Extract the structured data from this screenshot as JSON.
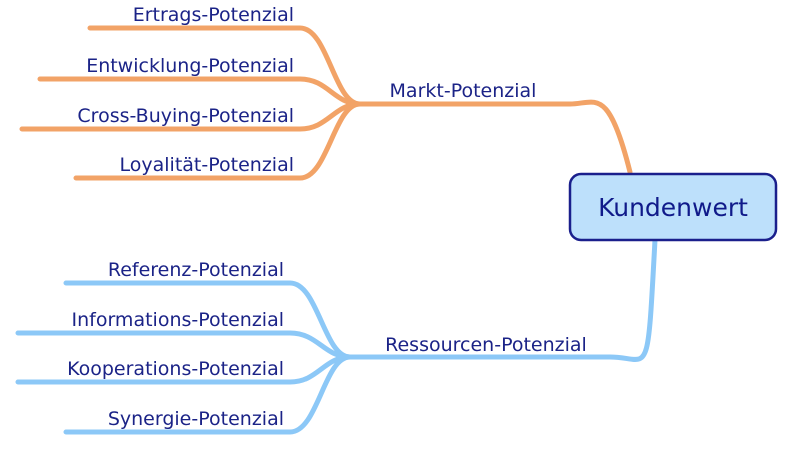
{
  "diagram": {
    "root": {
      "label": "Kundenwert",
      "fill": "#bde0fb",
      "stroke": "#1a1f8c",
      "text_color": "#101a8a"
    },
    "text_color": "#1b2387",
    "branches": [
      {
        "id": "markt",
        "label": "Markt-Potenzial",
        "color": "#f2a367",
        "children": [
          {
            "id": "ertrags",
            "label": "Ertrags-Potenzial"
          },
          {
            "id": "entwicklung",
            "label": "Entwicklung-Potenzial"
          },
          {
            "id": "cross-buying",
            "label": "Cross-Buying-Potenzial"
          },
          {
            "id": "loyalitaet",
            "label": "Loyalität-Potenzial"
          }
        ]
      },
      {
        "id": "ressourcen",
        "label": "Ressourcen-Potenzial",
        "color": "#8cc8f7",
        "children": [
          {
            "id": "referenz",
            "label": "Referenz-Potenzial"
          },
          {
            "id": "informations",
            "label": "Informations-Potenzial"
          },
          {
            "id": "kooperations",
            "label": "Kooperations-Potenzial"
          },
          {
            "id": "synergie",
            "label": "Synergie-Potenzial"
          }
        ]
      }
    ]
  }
}
